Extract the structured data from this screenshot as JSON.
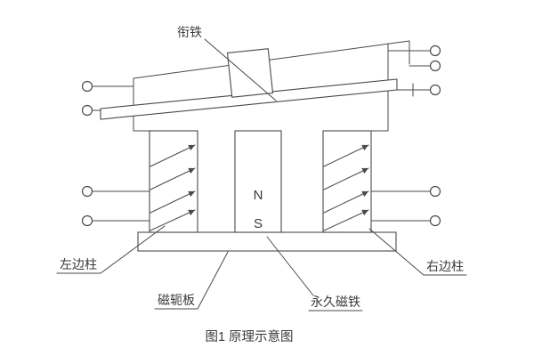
{
  "diagram": {
    "labels": {
      "armature": "衔铁",
      "left_pillar": "左边柱",
      "yoke_plate": "磁轭板",
      "permanent_magnet": "永久磁铁",
      "right_pillar": "右边柱"
    },
    "magnet_poles": {
      "north": "N",
      "south": "S"
    },
    "caption": "图1  原理示意图",
    "colors": {
      "line": "#4a4a4a",
      "text": "#3a3a3a",
      "background": "#ffffff"
    }
  }
}
